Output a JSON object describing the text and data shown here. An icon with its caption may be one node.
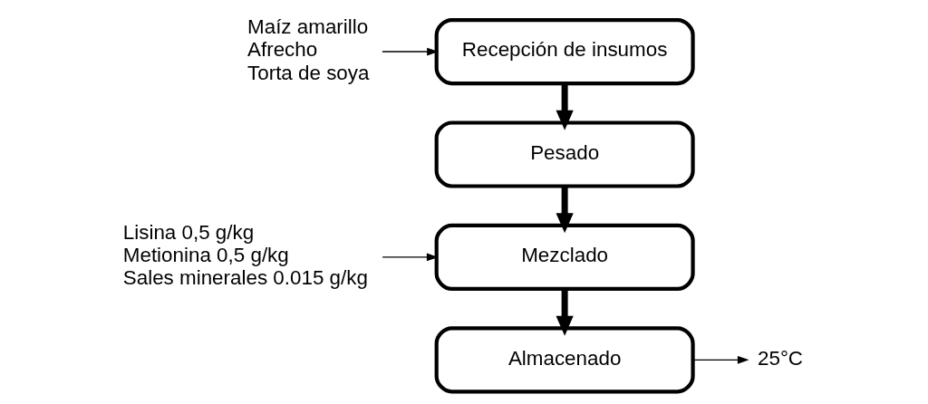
{
  "diagram": {
    "nodes": [
      {
        "text": [
          "Maíz amarillo",
          "Afrecho",
          "Torta de soya"
        ]
      },
      {
        "text": [
          "Recepción de insumos"
        ]
      },
      {
        "text": [
          "Pesado"
        ]
      },
      {
        "text": [
          "Lisina 0,5 g/kg",
          "Metionina 0,5 g/kg",
          "Sales minerales 0.015 g/kg"
        ]
      },
      {
        "text": [
          "Mezclado"
        ]
      },
      {
        "text": [
          "Almacenado"
        ]
      },
      {
        "text": [
          "25°C"
        ]
      }
    ],
    "edges": [
      {
        "from": 0,
        "to": 1,
        "arrow": "to"
      },
      {
        "from": 1,
        "to": 2,
        "arrow": "to",
        "style": "thick"
      },
      {
        "from": 2,
        "to": 4,
        "arrow": "to",
        "style": "thick"
      },
      {
        "from": 3,
        "to": 4,
        "arrow": "to"
      },
      {
        "from": 4,
        "to": 5,
        "arrow": "to",
        "style": "thick"
      },
      {
        "from": 5,
        "to": 6,
        "arrow": "to"
      }
    ]
  }
}
